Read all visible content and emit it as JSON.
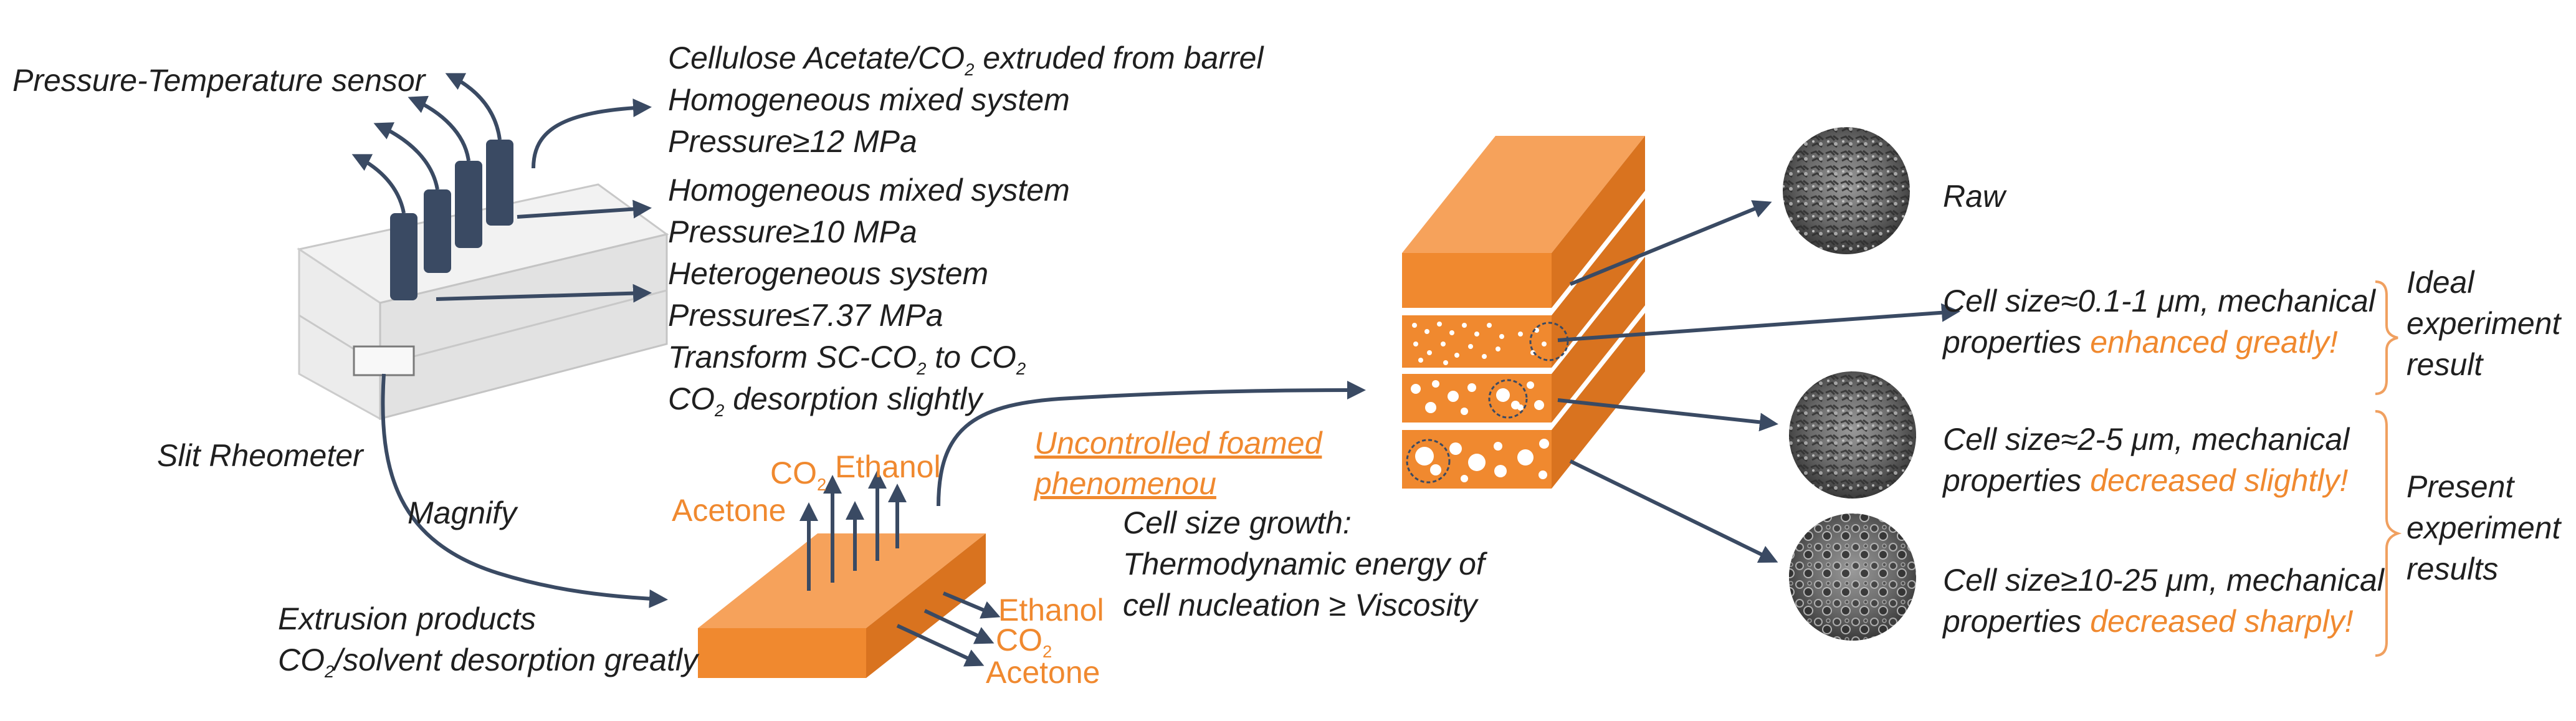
{
  "labels": {
    "sensor": "Pressure-Temperature sensor",
    "rheometer": "Slit Rheometer",
    "magnify": "Magnify",
    "extrusion_products_1": "Extrusion products",
    "extrusion_products_2_pre": "CO",
    "extrusion_products_2_sub": "2",
    "extrusion_products_2_post": "/solvent desorption greatly",
    "uncontrolled_1": "Uncontrolled foamed",
    "uncontrolled_2": "phenomenou",
    "growth_1": "Cell size growth:",
    "growth_2": "Thermodynamic energy of",
    "growth_3": "cell nucleation ≥ Viscosity"
  },
  "conditions": {
    "line1_pre": "Cellulose Acetate/CO",
    "line1_sub": "2",
    "line1_post": " extruded from barrel",
    "line2": "Homogeneous mixed system",
    "line3": "Pressure≥12 MPa",
    "line4": "Homogeneous mixed system",
    "line5": "Pressure≥10 MPa",
    "line6": "Heterogeneous system",
    "line7": "Pressure≤7.37 MPa",
    "line8_pre": "Transform SC-CO",
    "line8_sub1": "2",
    "line8_mid": " to CO",
    "line8_sub2": "2",
    "line9_pre": "CO",
    "line9_sub": "2",
    "line9_post": " desorption slightly"
  },
  "gases": {
    "co2_pre": "CO",
    "co2_sub": "2",
    "ethanol_top": "Ethanol",
    "acetone_top": "Acetone",
    "ethanol_side": "Ethanol",
    "co2_side_pre": "CO",
    "co2_side_sub": "2",
    "acetone_side": "Acetone"
  },
  "results": {
    "raw": "Raw",
    "r1_line1": "Cell size≈0.1-1 μm, mechanical",
    "r1_line2_pre": "properties ",
    "r1_line2_hl": "enhanced greatly!",
    "r2_line1": "Cell size≈2-5 μm, mechanical",
    "r2_line2_pre": "properties ",
    "r2_line2_hl": "decreased slightly!",
    "r3_line1": "Cell size≥10-25 μm, mechanical",
    "r3_line2_pre": "properties ",
    "r3_line2_hl": "decreased sharply!",
    "ideal_1": "Ideal",
    "ideal_2": "experiment",
    "ideal_3": "result",
    "present_1": "Present",
    "present_2": "experiment",
    "present_3": "results"
  },
  "colors": {
    "orange": "#f0892f",
    "orange_dark": "#d9731f",
    "navy": "#3a4a63",
    "text": "#1f1f1f"
  }
}
